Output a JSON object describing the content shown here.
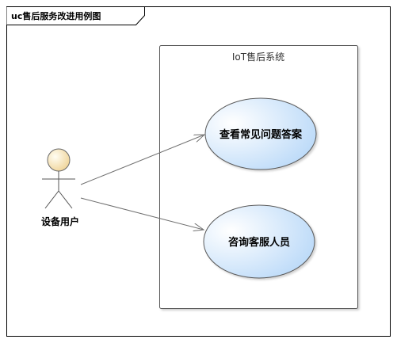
{
  "diagram": {
    "frame_title": "uc售后服务改进用例图",
    "boundary_title": "IoT售后系统",
    "actor": {
      "label": "设备用户"
    },
    "usecases": [
      {
        "label": "查看常见问题答案"
      },
      {
        "label": "咨询客服人员"
      }
    ],
    "colors": {
      "usecase_fill_light": "#ffffff",
      "usecase_fill_dark": "#bcdcfa",
      "usecase_stroke": "#5a5a5a",
      "actor_head_light": "#fffbe8",
      "actor_head_dark": "#f2d9a0",
      "line": "#707070"
    }
  }
}
